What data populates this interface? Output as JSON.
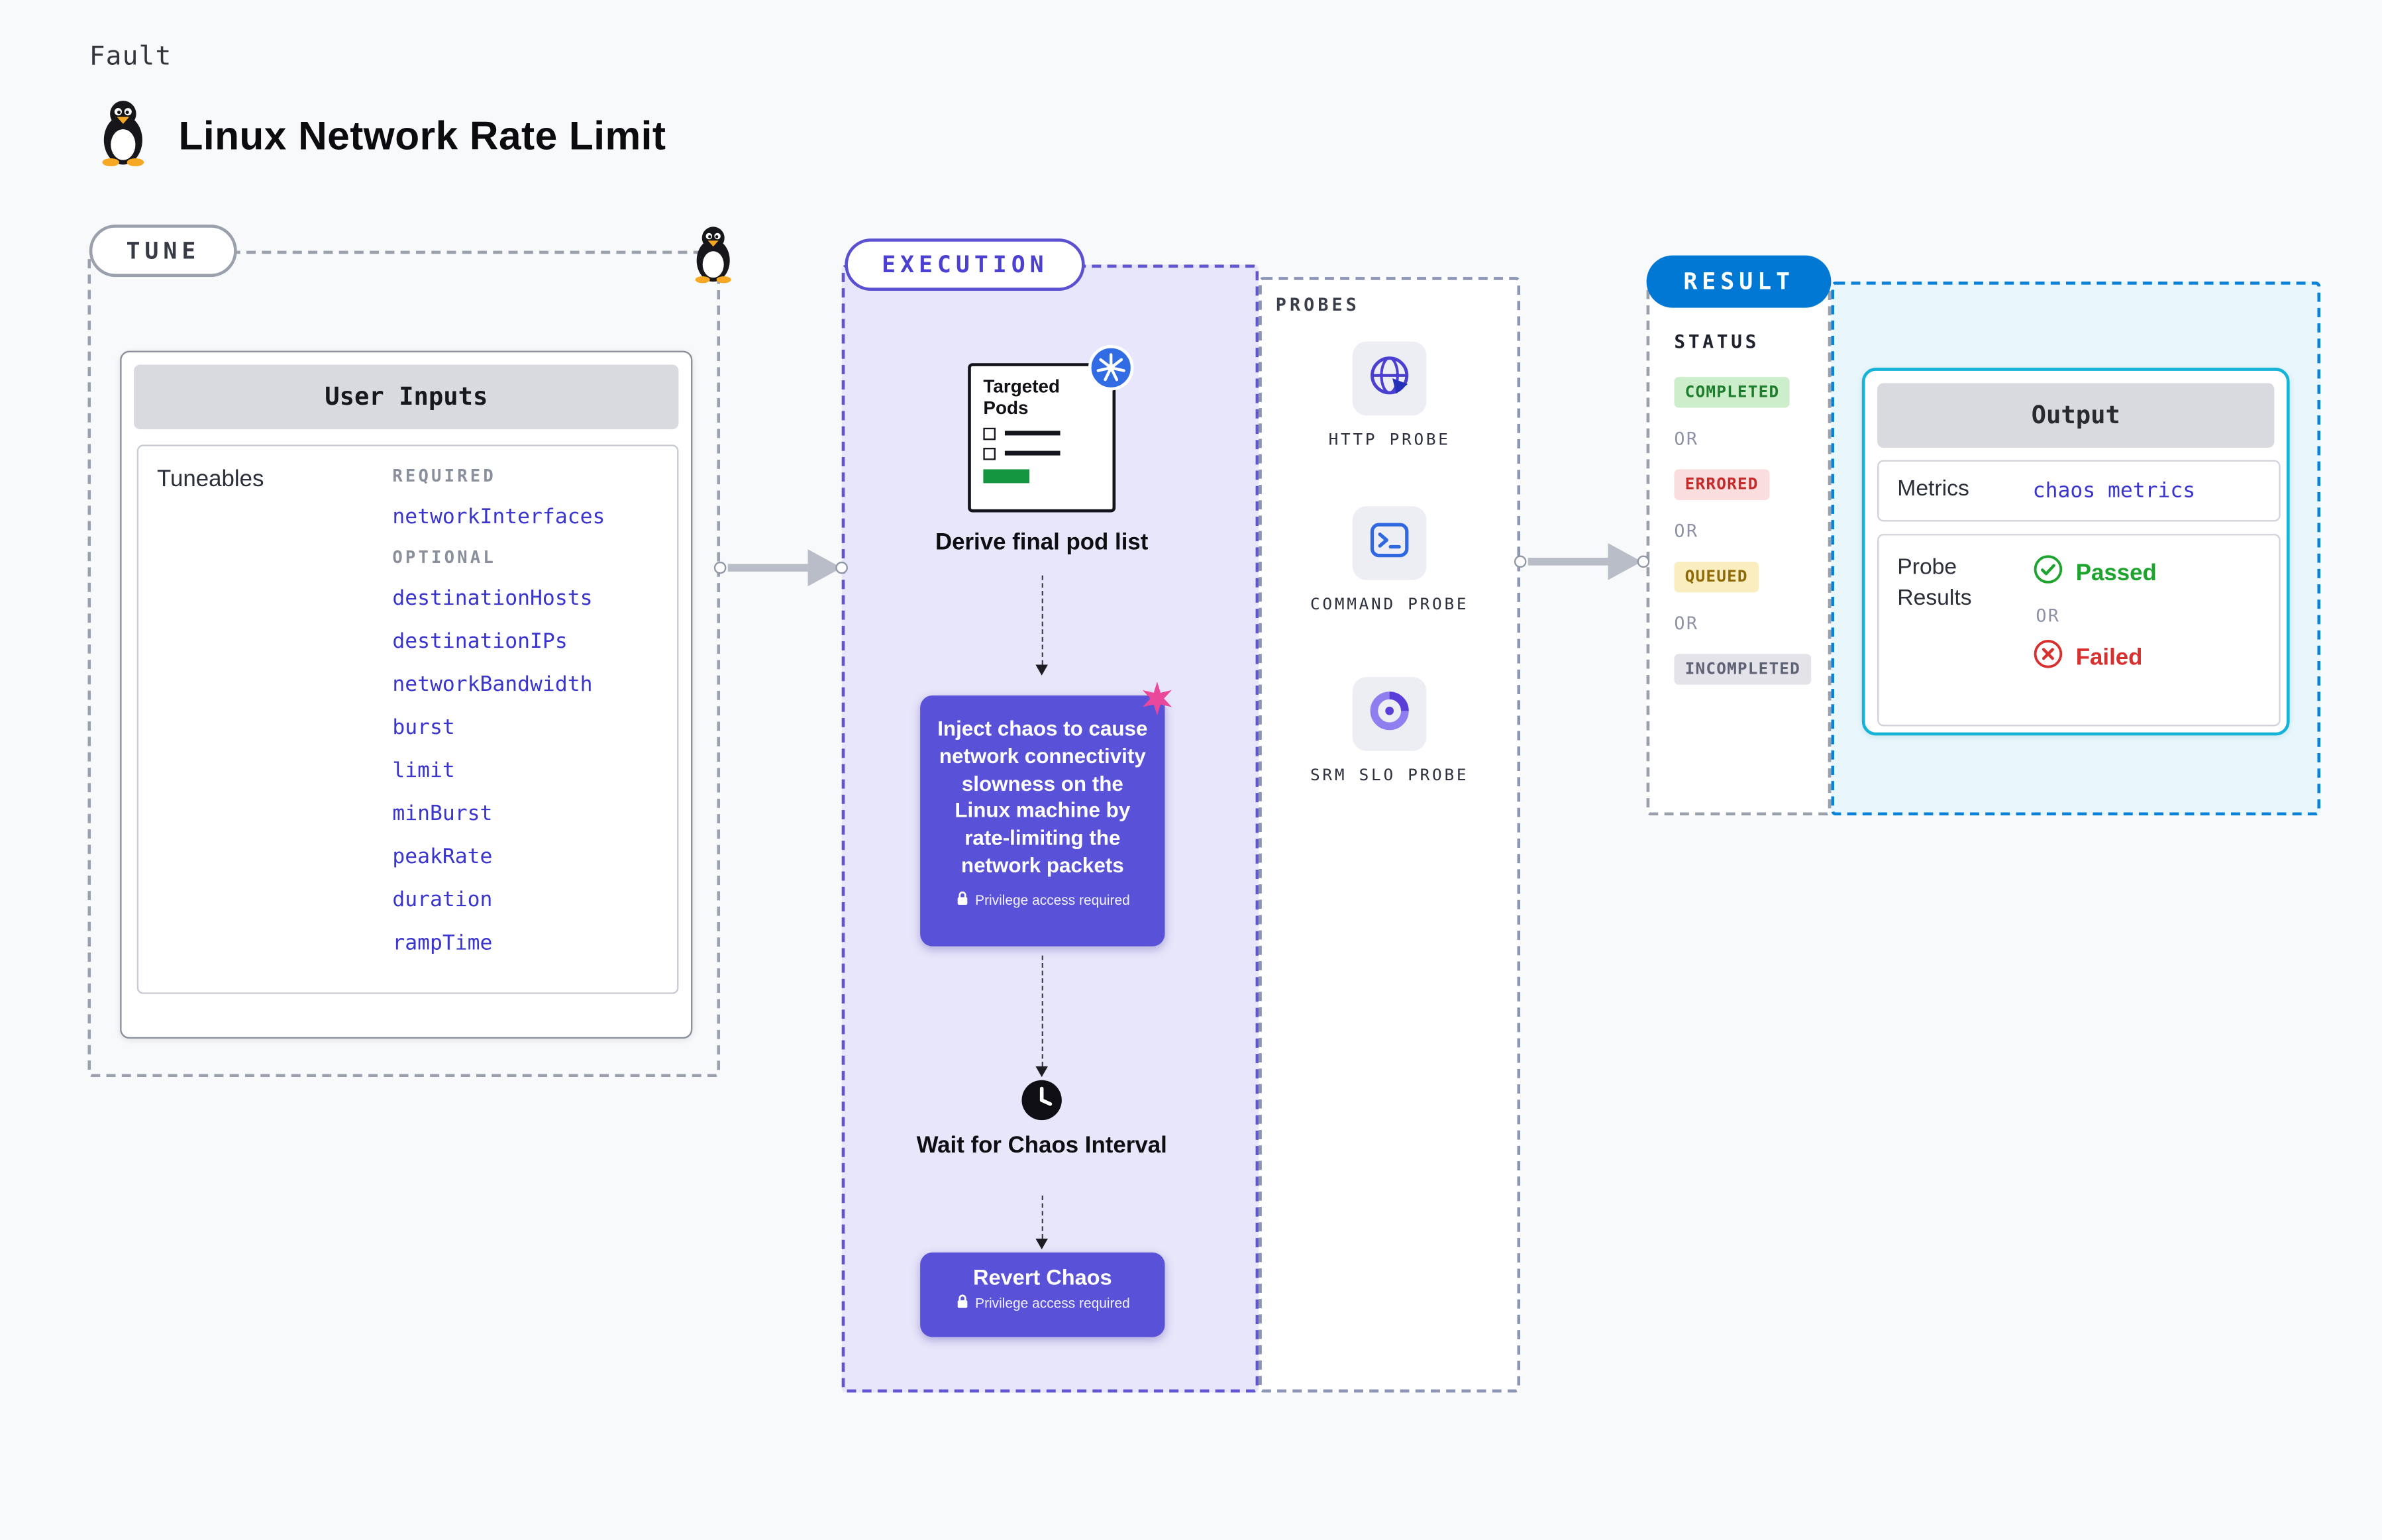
{
  "page": {
    "kicker": "Fault",
    "title": "Linux Network Rate Limit"
  },
  "colors": {
    "accent_purple": "#5951d8",
    "execution_bg": "#e8e6fa",
    "result_blue": "#0278d5",
    "result_bg": "#e9f7fc",
    "output_border": "#15b3d8",
    "link_indigo": "#3a35cf",
    "passed_green": "#1ea32f",
    "failed_red": "#d8302f",
    "kubernetes_blue": "#326ce5",
    "pods_bar_green": "#14953f"
  },
  "tune": {
    "label": "TUNE",
    "card_title": "User Inputs",
    "tuneables_label": "Tuneables",
    "required_label": "REQUIRED",
    "required_items": [
      "networkInterfaces"
    ],
    "optional_label": "OPTIONAL",
    "optional_items": [
      "destinationHosts",
      "destinationIPs",
      "networkBandwidth",
      "burst",
      "limit",
      "minBurst",
      "peakRate",
      "duration",
      "rampTime"
    ]
  },
  "execution": {
    "label": "EXECUTION",
    "targeted_pods_title": "Targeted Pods",
    "derive_label": "Derive final pod list",
    "inject_text": "Inject chaos to cause network connectivity slowness on the Linux machine by rate-limiting the network packets",
    "privilege_note": "Privilege access required",
    "wait_label": "Wait for Chaos Interval",
    "revert_label": "Revert Chaos"
  },
  "probes": {
    "label": "PROBES",
    "items": [
      {
        "name": "HTTP PROBE",
        "icon": "globe-icon"
      },
      {
        "name": "COMMAND PROBE",
        "icon": "terminal-icon"
      },
      {
        "name": "SRM SLO PROBE",
        "icon": "slo-donut-icon"
      }
    ]
  },
  "result": {
    "label": "RESULT",
    "status_label": "STATUS",
    "or_label": "OR",
    "statuses": [
      {
        "label": "COMPLETED",
        "color": "#1e7d2c",
        "bg": "#cdeecb"
      },
      {
        "label": "ERRORED",
        "color": "#c52b2b",
        "bg": "#fadddd"
      },
      {
        "label": "QUEUED",
        "color": "#8f6a06",
        "bg": "#faeec0"
      },
      {
        "label": "INCOMPLETED",
        "color": "#5f6275",
        "bg": "#e3e3e9"
      }
    ],
    "output": {
      "title": "Output",
      "metrics_label": "Metrics",
      "metrics_value": "chaos metrics",
      "probe_results_label": "Probe Results",
      "passed_label": "Passed",
      "failed_label": "Failed"
    }
  }
}
